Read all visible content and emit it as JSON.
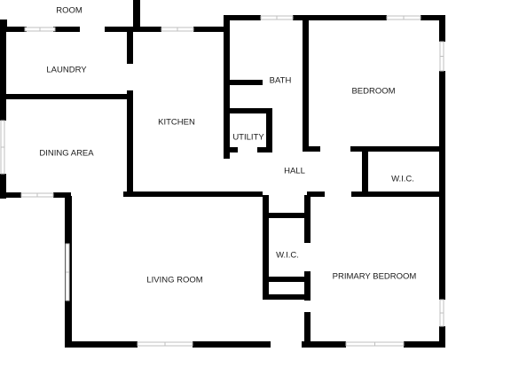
{
  "rooms": {
    "room": "ROOM",
    "laundry": "LAUNDRY",
    "kitchen": "KITCHEN",
    "bath": "BATH",
    "bedroom": "BEDROOM",
    "utility": "UTILITY",
    "dining_area": "DINING AREA",
    "hall": "HALL",
    "wic_hall": "W.I.C.",
    "wic_primary": "W.I.C.",
    "living_room": "LIVING ROOM",
    "primary_bedroom": "PRIMARY BEDROOM"
  },
  "colors": {
    "wall": "#000000",
    "window": "#bfbfbf",
    "background": "#ffffff"
  }
}
